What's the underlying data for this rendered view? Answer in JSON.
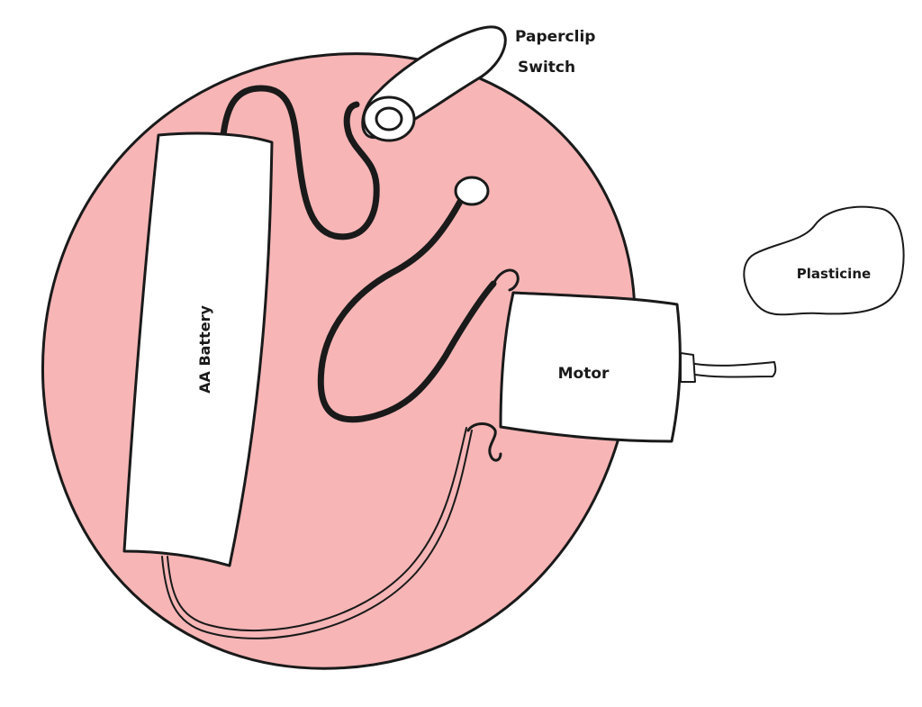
{
  "labels": {
    "paperclip_line1": "Paperclip",
    "paperclip_line2": "Switch",
    "battery": "AA Battery",
    "motor": "Motor",
    "plasticine": "Plasticine"
  },
  "colors": {
    "disc_fill": "#f7b5b6",
    "ink": "#1a1a1a",
    "component_fill": "#ffffff",
    "background": "#ffffff"
  }
}
